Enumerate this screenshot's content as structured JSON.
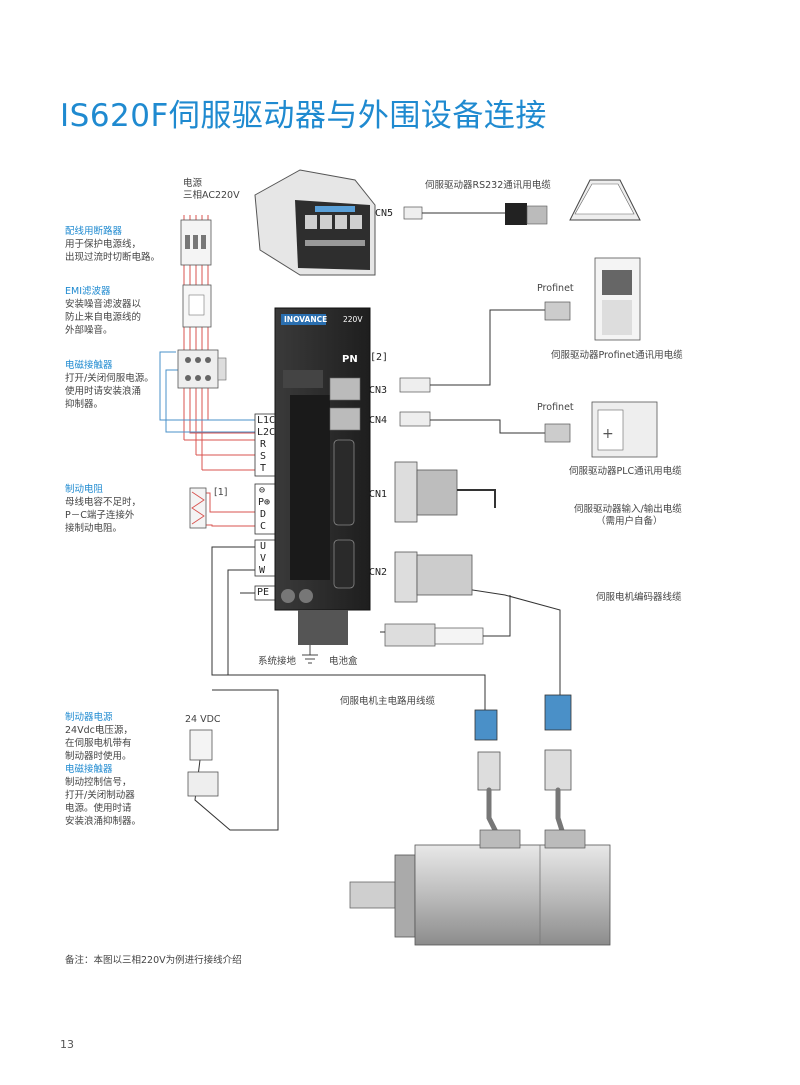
{
  "title": "IS620F伺服驱动器与外围设备连接",
  "power": {
    "line1": "电源",
    "line2": "三相AC220V"
  },
  "breaker": {
    "name": "配线用断路器",
    "desc1": "用于保护电源线，",
    "desc2": "出现过流时切断电路。"
  },
  "emi": {
    "name": "EMI滤波器",
    "desc1": "安装噪音滤波器以",
    "desc2": "防止来自电源线的",
    "desc3": "外部噪音。"
  },
  "contactor": {
    "name": "电磁接触器",
    "desc1": "打开/关闭伺服电源。",
    "desc2": "使用时请安装浪涌",
    "desc3": "抑制器。"
  },
  "brake_res": {
    "name": "制动电阻",
    "desc1": "母线电容不足时，",
    "desc2": "P－C端子连接外",
    "desc3": "接制动电阻。",
    "note": "[1]"
  },
  "terminals": [
    "L1C",
    "L2C",
    "R",
    "S",
    "T",
    "⊖",
    "P⊕",
    "D",
    "C",
    "U",
    "V",
    "W",
    "PE"
  ],
  "ports": {
    "cn5": "CN5",
    "cn3": "CN3",
    "cn4": "CN4",
    "cn1": "CN1",
    "cn2": "CN2",
    "note2": "[2]"
  },
  "drive": {
    "brand": "INOVANCE",
    "voltage": "220V",
    "pn_badge": "PN"
  },
  "rs232": {
    "label": "伺服驱动器RS232通讯用电缆"
  },
  "profinet1": {
    "proto": "Profinet",
    "label": "伺服驱动器Profinet通讯用电缆"
  },
  "profinet2": {
    "proto": "Profinet",
    "label": "伺服驱动器PLC通讯用电缆"
  },
  "io_cable": {
    "line1": "伺服驱动器输入/输出电缆",
    "line2": "（需用户自备）"
  },
  "encoder_cable": {
    "label": "伺服电机编码器线缆"
  },
  "ground": {
    "label": "系统接地"
  },
  "battery": {
    "label": "电池盒"
  },
  "main_cable": {
    "label": "伺服电机主电路用线缆"
  },
  "brake_power": {
    "name": "制动器电源",
    "desc1": "24Vdc电压源，",
    "desc2": "在伺服电机带有",
    "desc3": "制动器时使用。",
    "name2": "电磁接触器",
    "desc4": "制动控制信号，",
    "desc5": "打开/关闭制动器",
    "desc6": "电源。使用时请",
    "desc7": "安装浪涌抑制器。"
  },
  "vdc": {
    "label": "24 VDC"
  },
  "footnote": "备注：本图以三相220V为例进行接线介绍",
  "page_number": "13",
  "colors": {
    "accent": "#1f8ad0",
    "wire_red": "#d9534f",
    "wire_blue": "#4a90c8",
    "drive_body": "#2b2b2b"
  }
}
